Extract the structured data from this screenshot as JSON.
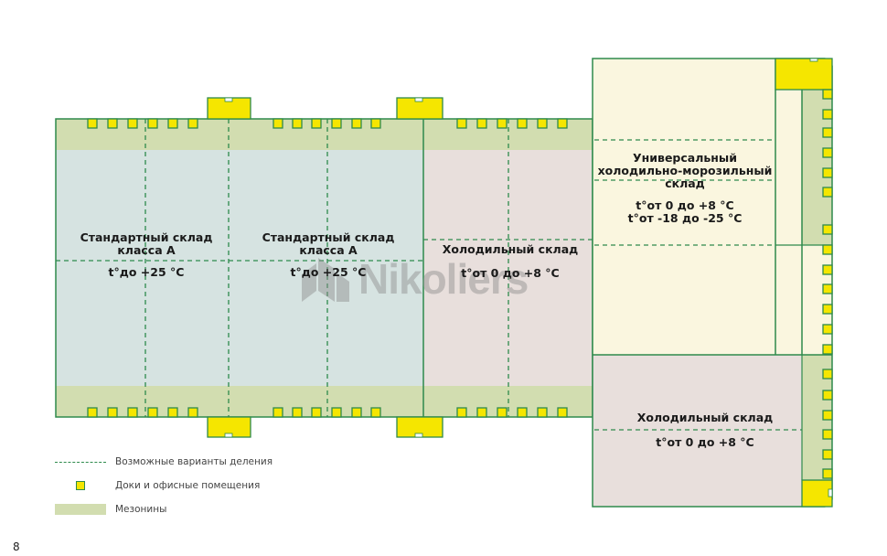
{
  "zones": [
    {
      "id": "std-a-1",
      "name": "Стандартный склад класса А",
      "temp": "t°до +25 °С"
    },
    {
      "id": "std-a-2",
      "name": "Стандартный склад класса А",
      "temp": "t°до +25 °С"
    },
    {
      "id": "cold-1",
      "name": "Холодильный склад",
      "temp": "t°от 0 до +8 °С"
    },
    {
      "id": "universal",
      "name": "Универсальный холодильно-морозильный склад",
      "temp": "t°от 0 до +8 °С",
      "temp2": "t°от -18 до -25 °С"
    },
    {
      "id": "cold-2",
      "name": "Холодильный склад",
      "temp": "t°от 0 до +8 °С"
    }
  ],
  "legend": {
    "dashed_label": "Возможные варианты деления",
    "docks_label": "Доки и офисные помещения",
    "mezzanine_label": "Мезонины"
  },
  "watermark": "Nikoliers",
  "page_number": "8",
  "colors": {
    "outline": "#2e8a4c",
    "mezzanine": "#d2ddb0",
    "standard_fill": "#d6e3e1",
    "cold_fill": "#e8dfdc",
    "universal_fill": "#faf6df",
    "dock_yellow": "#f5e600"
  }
}
